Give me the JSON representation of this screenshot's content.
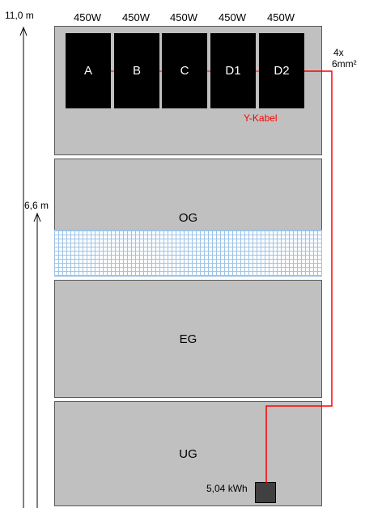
{
  "heights": {
    "roof": "11,0 m",
    "og": "6,6 m"
  },
  "panels": [
    {
      "label": "A",
      "watt": "450W"
    },
    {
      "label": "B",
      "watt": "450W"
    },
    {
      "label": "C",
      "watt": "450W"
    },
    {
      "label": "D1",
      "watt": "450W"
    },
    {
      "label": "D2",
      "watt": "450W"
    }
  ],
  "cable": {
    "type_label": "Y-Kabel",
    "spec_line1": "4x",
    "spec_line2": "6mm²",
    "color": "#ff0000"
  },
  "floors": {
    "og": "OG",
    "eg": "EG",
    "ug": "UG"
  },
  "battery": {
    "label": "5,04 kWh"
  },
  "colors": {
    "panel": "#000000",
    "floor": "#c0c0c0",
    "mesh": "#9dc3e6"
  }
}
